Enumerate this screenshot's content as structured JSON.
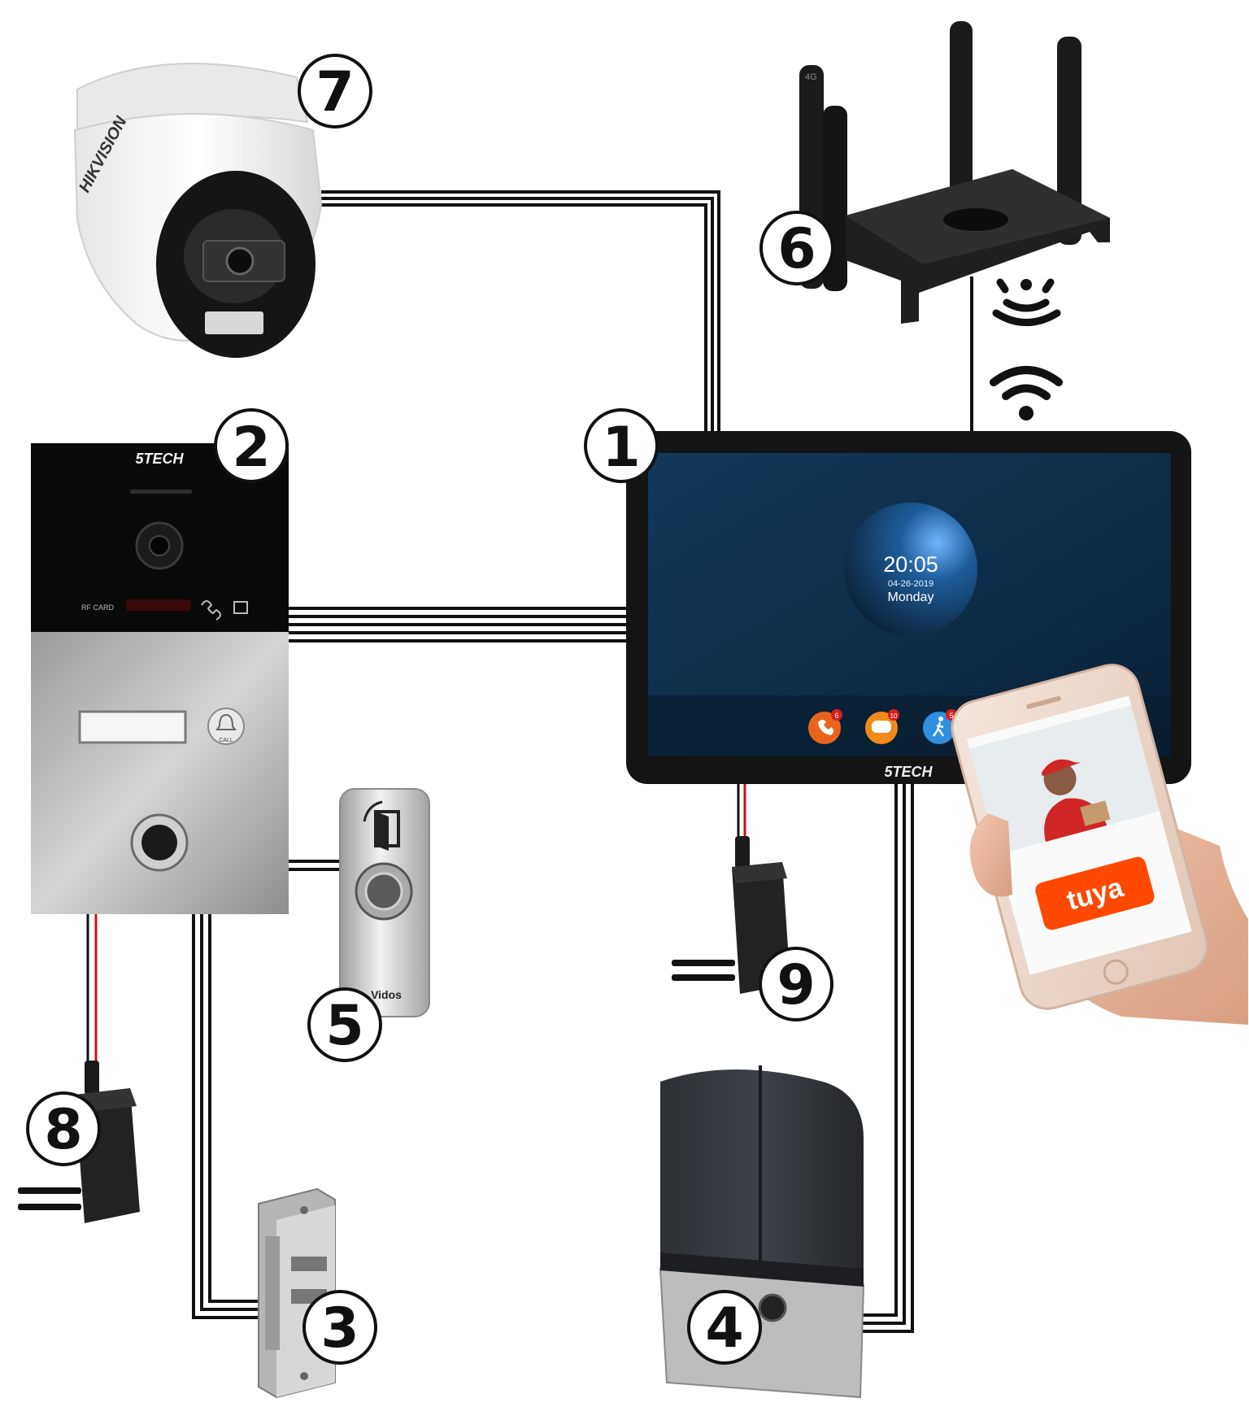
{
  "labels": {
    "badge1": "1",
    "badge2": "2",
    "badge3": "3",
    "badge4": "4",
    "badge5": "5",
    "badge6": "6",
    "badge7": "7",
    "badge8": "8",
    "badge9": "9"
  },
  "monitor": {
    "brand": "5TECH",
    "time": "20:05",
    "date": "04-26-2019",
    "day": "Monday",
    "icon_counts": [
      "6",
      "10",
      "5"
    ]
  },
  "doorstation": {
    "brand": "5TECH",
    "call_label": "CALL",
    "rfid_label": "RF CARD"
  },
  "camera": {
    "brand": "HIKVISION"
  },
  "router": {
    "antenna_label": "4G"
  },
  "exit_button": {
    "brand": "Vidos"
  },
  "phone": {
    "app_name": "tuya"
  },
  "colors": {
    "wire": "#111111",
    "power_wire": "#d01010",
    "tuya": "#ff4800",
    "screen": "#0d2b46"
  }
}
